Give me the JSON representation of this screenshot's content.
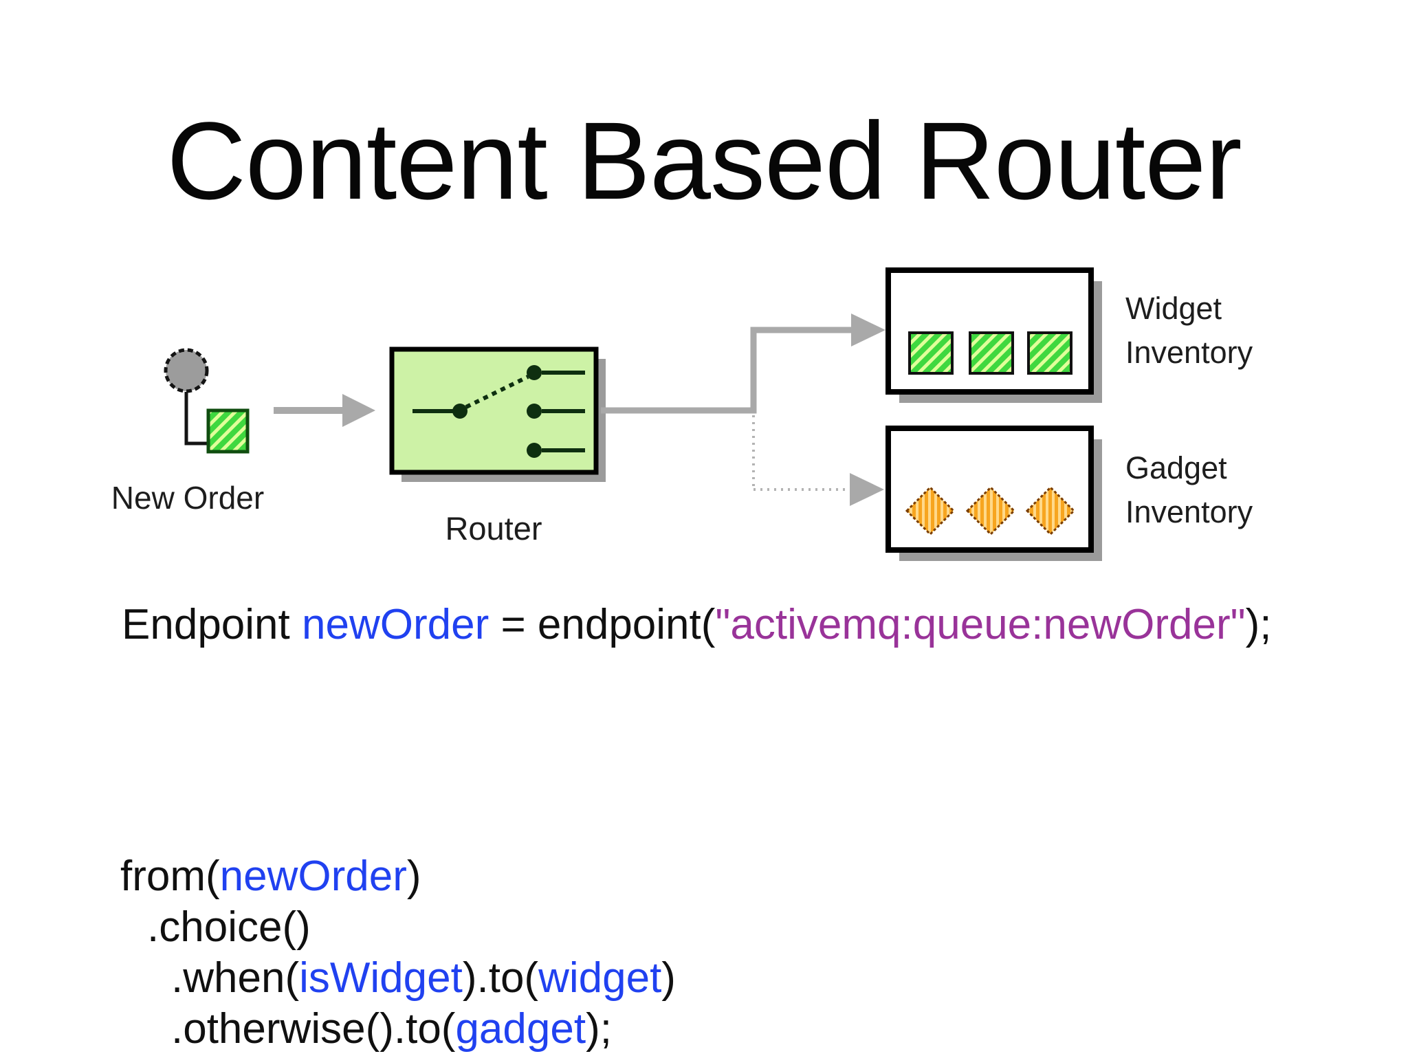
{
  "title": "Content Based Router",
  "diagram": {
    "new_order": {
      "label": "New Order",
      "icon": "message-icon"
    },
    "router": {
      "label": "Router",
      "icon": "content-switch-icon",
      "fill": "#cdf2a6"
    },
    "widget_inventory": {
      "label": "Widget\nInventory",
      "item_icon": "widget-square-icon",
      "item_count": 3,
      "item_color": "#3fd83f"
    },
    "gadget_inventory": {
      "label": "Gadget\nInventory",
      "item_icon": "gadget-diamond-icon",
      "item_count": 3,
      "item_color": "#f7a51f"
    },
    "edges": [
      {
        "from": "new_order",
        "to": "router",
        "style": "solid-arrow"
      },
      {
        "from": "router",
        "to": "widget_inventory",
        "style": "solid-arrow"
      },
      {
        "from": "router",
        "to": "gadget_inventory",
        "style": "dotted-arrow"
      }
    ]
  },
  "code": {
    "endpoint_line": {
      "tokens": [
        {
          "text": "Endpoint ",
          "role": "plain"
        },
        {
          "text": "newOrder",
          "role": "variable"
        },
        {
          "text": " = endpoint(",
          "role": "plain"
        },
        {
          "text": "\"activemq:queue:newOrder\"",
          "role": "string"
        },
        {
          "text": ");",
          "role": "plain"
        }
      ]
    },
    "route_lines": [
      {
        "tokens": [
          {
            "text": "from(",
            "role": "plain"
          },
          {
            "text": "newOrder",
            "role": "variable"
          },
          {
            "text": ")",
            "role": "plain"
          }
        ]
      },
      {
        "tokens": [
          {
            "text": ".choice()",
            "role": "plain"
          }
        ]
      },
      {
        "tokens": [
          {
            "text": ".when(",
            "role": "plain"
          },
          {
            "text": "isWidget",
            "role": "variable"
          },
          {
            "text": ").to(",
            "role": "plain"
          },
          {
            "text": "widget",
            "role": "variable"
          },
          {
            "text": ")",
            "role": "plain"
          }
        ]
      },
      {
        "tokens": [
          {
            "text": ".otherwise().to(",
            "role": "plain"
          },
          {
            "text": "gadget",
            "role": "variable"
          },
          {
            "text": ");",
            "role": "plain"
          }
        ]
      }
    ]
  },
  "colors": {
    "variable_blue": "#2041f0",
    "string_purple": "#993399",
    "router_fill_green": "#cdf2a6",
    "widget_item_green": "#3fd83f",
    "widget_item_stripe": "#e0ff9a",
    "gadget_item_orange": "#f7a51f",
    "gadget_item_stripe": "#ffd98a",
    "connector_gray": "#a9a9a9",
    "shadow_gray": "#9b9b9b",
    "message_circle_gray": "#9c9c9c"
  }
}
